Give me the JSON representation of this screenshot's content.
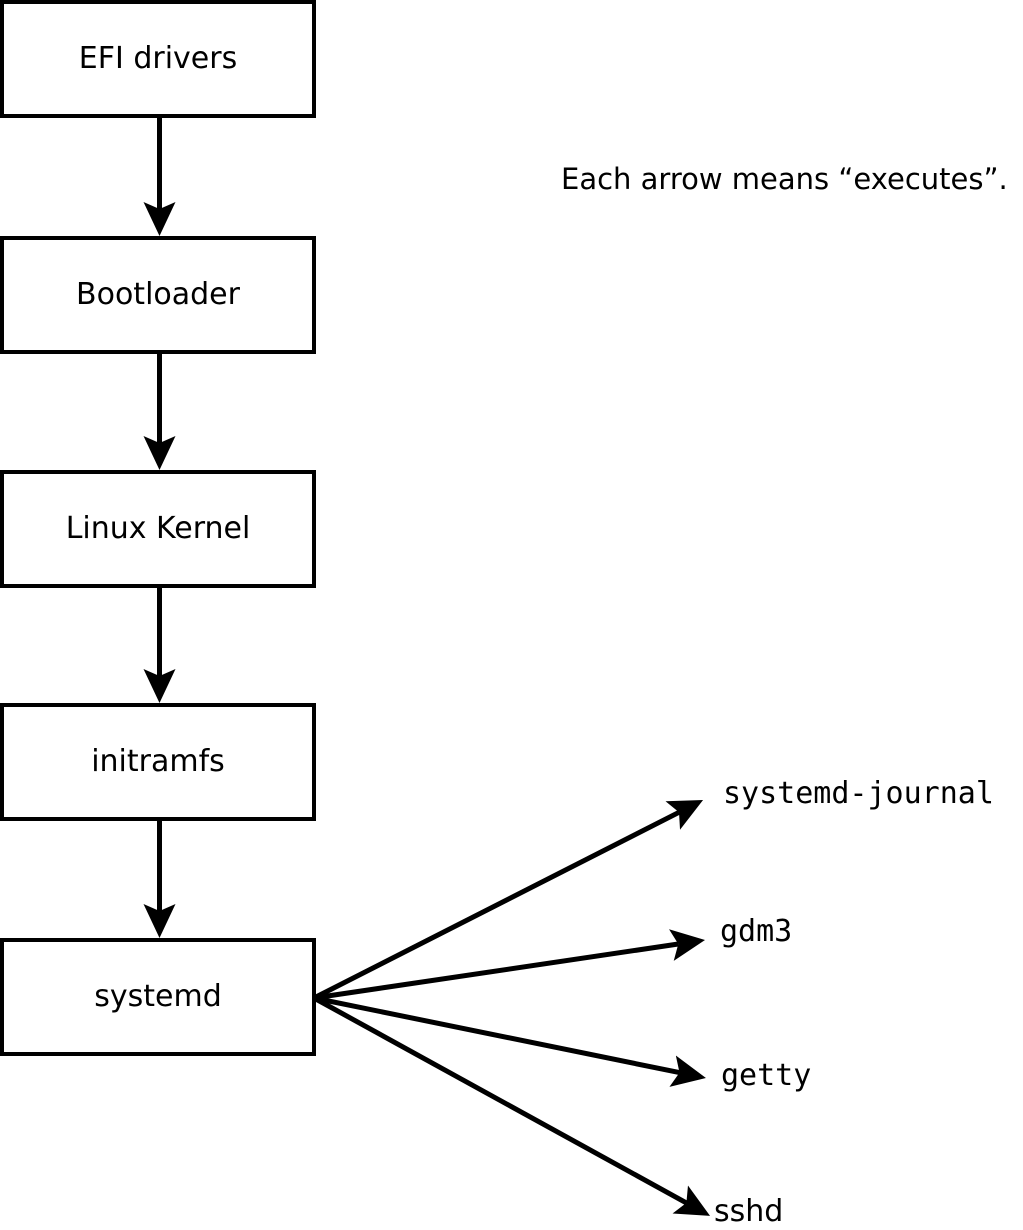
{
  "annotation": {
    "text": "Each arrow means “executes”."
  },
  "arrow_meaning": "executes",
  "chain": [
    {
      "id": "efi-drivers",
      "label": "EFI drivers"
    },
    {
      "id": "bootloader",
      "label": "Bootloader"
    },
    {
      "id": "linux-kernel",
      "label": "Linux Kernel"
    },
    {
      "id": "initramfs",
      "label": "initramfs"
    },
    {
      "id": "systemd",
      "label": "systemd"
    }
  ],
  "spawned_processes": [
    {
      "id": "systemd-journal",
      "label": "systemd-journal"
    },
    {
      "id": "gdm3",
      "label": "gdm3"
    },
    {
      "id": "getty",
      "label": "getty"
    },
    {
      "id": "sshd",
      "label": "sshd"
    }
  ],
  "colors": {
    "stroke": "#000000",
    "background": "#ffffff",
    "box_fill": "#ffffff"
  }
}
